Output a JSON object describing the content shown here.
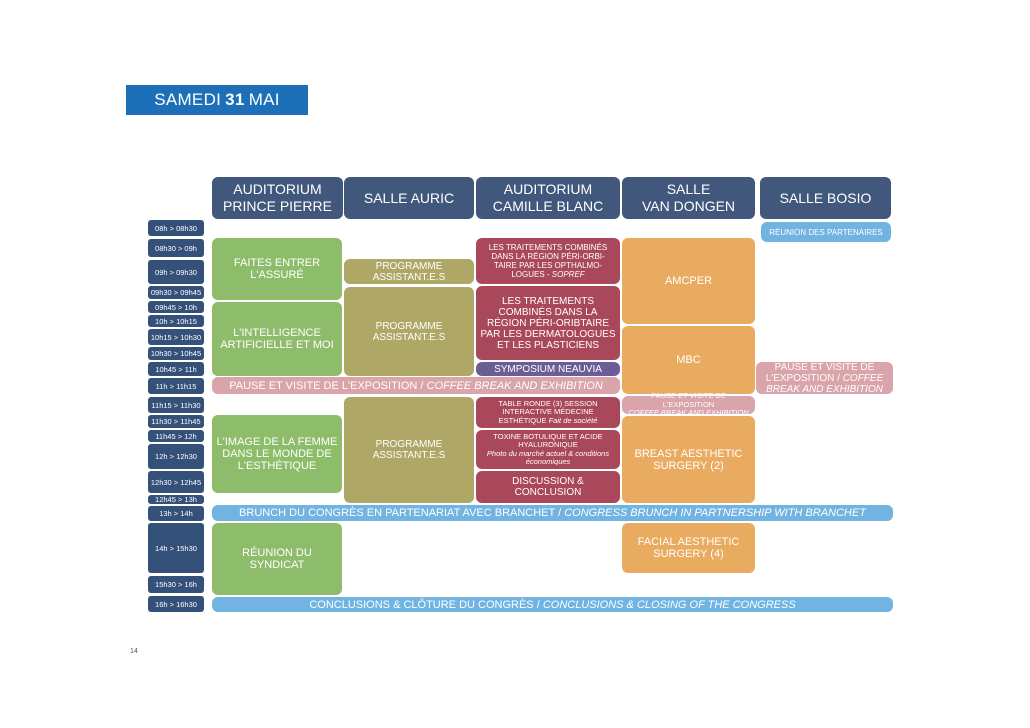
{
  "title": {
    "prefix": "SAMEDI",
    "day": "31",
    "month": "MAI"
  },
  "columns": [
    {
      "line1": "AUDITORIUM",
      "line2": "PRINCE PIERRE"
    },
    {
      "line1": "SALLE AURIC",
      "line2": ""
    },
    {
      "line1": "AUDITORIUM",
      "line2": "CAMILLE BLANC"
    },
    {
      "line1": "SALLE",
      "line2": "VAN DONGEN"
    },
    {
      "line1": "SALLE BOSIO",
      "line2": ""
    }
  ],
  "times": [
    "08h > 08h30",
    "08h30 > 09h",
    "09h > 09h30",
    "09h30 > 09h45",
    "09h45 > 10h",
    "10h > 10h15",
    "10h15 > 10h30",
    "10h30 > 10h45",
    "10h45 > 11h",
    "11h > 11h15",
    "11h15 > 11h30",
    "11h30 > 11h45",
    "11h45 > 12h",
    "12h > 12h30",
    "12h30 > 12h45",
    "12h45 > 13h",
    "13h > 14h",
    "14h > 15h30",
    "15h30 > 16h",
    "16h > 16h30"
  ],
  "sessions": {
    "reunion_partenaires": "RÉUNION DES PARTENAIRES",
    "faites_entrer": "FAITES ENTRER L'ASSURÉ",
    "intelligence": "L'INTELLIGENCE ARTIFICIELLE ET MOI",
    "image_femme": "L'IMAGE DE LA FEMME DANS LE MONDE DE L'ESTHÉTIQUE",
    "reunion_syndicat": "RÉUNION DU SYNDICAT",
    "prog_assistant_1": "PROGRAMME ASSISTANT.E.S",
    "prog_assistant_2": "PROGRAMME ASSISTANT.E.S",
    "prog_assistant_3": "PROGRAMME ASSISTANT.E.S",
    "traitements_1_main": "LES TRAITEMENTS COMBINÉS DANS LA RÉGION PÉRI-ORBI-TAIRE PAR LES OPTHALMO-LOGUES - ",
    "traitements_1_org": "SOPREF",
    "traitements_2": "LES TRAITEMENTS COMBINÉS DANS LA RÉGION PÉRI-ORIBTAIRE PAR LES DERMATOLOGUES ET LES PLASTICIENS",
    "symposium": "SYMPOSIUM NEAUVIA",
    "table_ronde_main": "TABLE RONDE (3) SESSION INTERACTIVE MÉDECINE ESTHÉTIQUE ",
    "table_ronde_sub": "Fait de société",
    "toxine_main": "TOXINE BOTULIQUE ET ACIDE HYALURONIQUE",
    "toxine_sub": "Photo du marché actuel & conditions économiques",
    "discussion": "DISCUSSION & CONCLUSION",
    "amcper": "AMCPER",
    "mbc": "MBC",
    "pause_small_1": "PAUSE ET VISITE DE L'EXPOSITION",
    "pause_small_2": "COFFEE BREAK AND EXHIBITION",
    "breast": "BREAST AESTHETIC SURGERY (2)",
    "facial": "FACIAL AESTHETIC SURGERY (4)",
    "pause_bosio_main": "PAUSE ET VISITE DE L'EXPOSITION / ",
    "pause_bosio_en": "COFFEE BREAK AND EXHIBITION",
    "pause_main_fr": "PAUSE ET VISITE DE L'EXPOSITION / ",
    "pause_main_en": "COFFEE BREAK AND EXHIBITION",
    "brunch_fr": "BRUNCH DU CONGRÈS EN PARTENARIAT AVEC BRANCHET / ",
    "brunch_en": "CONGRESS BRUNCH IN PARTNERSHIP WITH BRANCHET",
    "closing_fr": "CONCLUSIONS & CLÔTURE DU CONGRÈS / ",
    "closing_en": "CONCLUSIONS & CLOSING OF THE CONGRESS"
  },
  "page_number": "14",
  "colors": {
    "banner": "#1d6fb8",
    "header": "#41587c",
    "time": "#34517a",
    "green": "#8dbd6a",
    "olive": "#aea766",
    "maroon": "#a9485b",
    "orange": "#e9ab60",
    "pink": "#d9a4aa",
    "blue": "#71b4e1",
    "purple": "#6b5d95"
  }
}
